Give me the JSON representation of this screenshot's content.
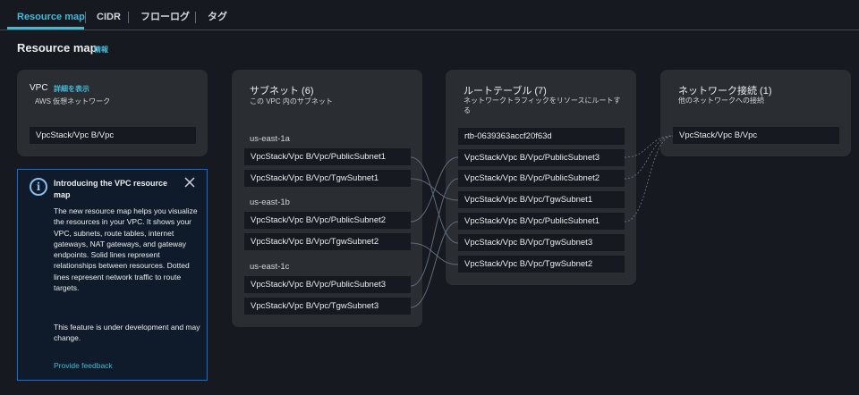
{
  "tabs": [
    {
      "label": "Resource map",
      "active": true
    },
    {
      "label": "CIDR",
      "active": false
    },
    {
      "label": "フローログ",
      "active": false
    },
    {
      "label": "タグ",
      "active": false
    }
  ],
  "header": {
    "title": "Resource map",
    "info_link": "情報"
  },
  "vpc_panel": {
    "title": "VPC",
    "detail_link": "詳細を表示",
    "subtitle": "AWS 仮想ネットワーク",
    "node": "VpcStack/Vpc B/Vpc"
  },
  "infobox": {
    "title": "Introducing the VPC resource map",
    "body": "The new resource map helps you visualize the resources in your VPC. It shows your VPC, subnets, route tables, internet gateways, NAT gateways, and gateway endpoints. Solid lines represent relationships between resources. Dotted lines represent network traffic to route targets.",
    "note": "This feature is under development and may change.",
    "feedback": "Provide feedback"
  },
  "subnets_panel": {
    "title": "サブネット (6)",
    "subtitle": "この VPC 内のサブネット",
    "zones": [
      {
        "name": "us-east-1a",
        "subnets": [
          "VpcStack/Vpc B/Vpc/PublicSubnet1",
          "VpcStack/Vpc B/Vpc/TgwSubnet1"
        ]
      },
      {
        "name": "us-east-1b",
        "subnets": [
          "VpcStack/Vpc B/Vpc/PublicSubnet2",
          "VpcStack/Vpc B/Vpc/TgwSubnet2"
        ]
      },
      {
        "name": "us-east-1c",
        "subnets": [
          "VpcStack/Vpc B/Vpc/PublicSubnet3",
          "VpcStack/Vpc B/Vpc/TgwSubnet3"
        ]
      }
    ]
  },
  "route_panel": {
    "title": "ルートテーブル (7)",
    "subtitle": "ネットワークトラフィックをリソースにルートする",
    "items": [
      "rtb-0639363accf20f63d",
      "VpcStack/Vpc B/Vpc/PublicSubnet3",
      "VpcStack/Vpc B/Vpc/PublicSubnet2",
      "VpcStack/Vpc B/Vpc/TgwSubnet1",
      "VpcStack/Vpc B/Vpc/PublicSubnet1",
      "VpcStack/Vpc B/Vpc/TgwSubnet3",
      "VpcStack/Vpc B/Vpc/TgwSubnet2"
    ]
  },
  "network_panel": {
    "title": "ネットワーク接続 (1)",
    "subtitle": "他のネットワークへの接続",
    "node": "VpcStack/Vpc B/Vpc"
  },
  "colors": {
    "background": "#16191f",
    "panel": "#2a2e33",
    "accent": "#44b9d6",
    "info_border": "#0972d3"
  },
  "icons": {
    "info": "info-circle-icon",
    "close": "close-icon"
  }
}
